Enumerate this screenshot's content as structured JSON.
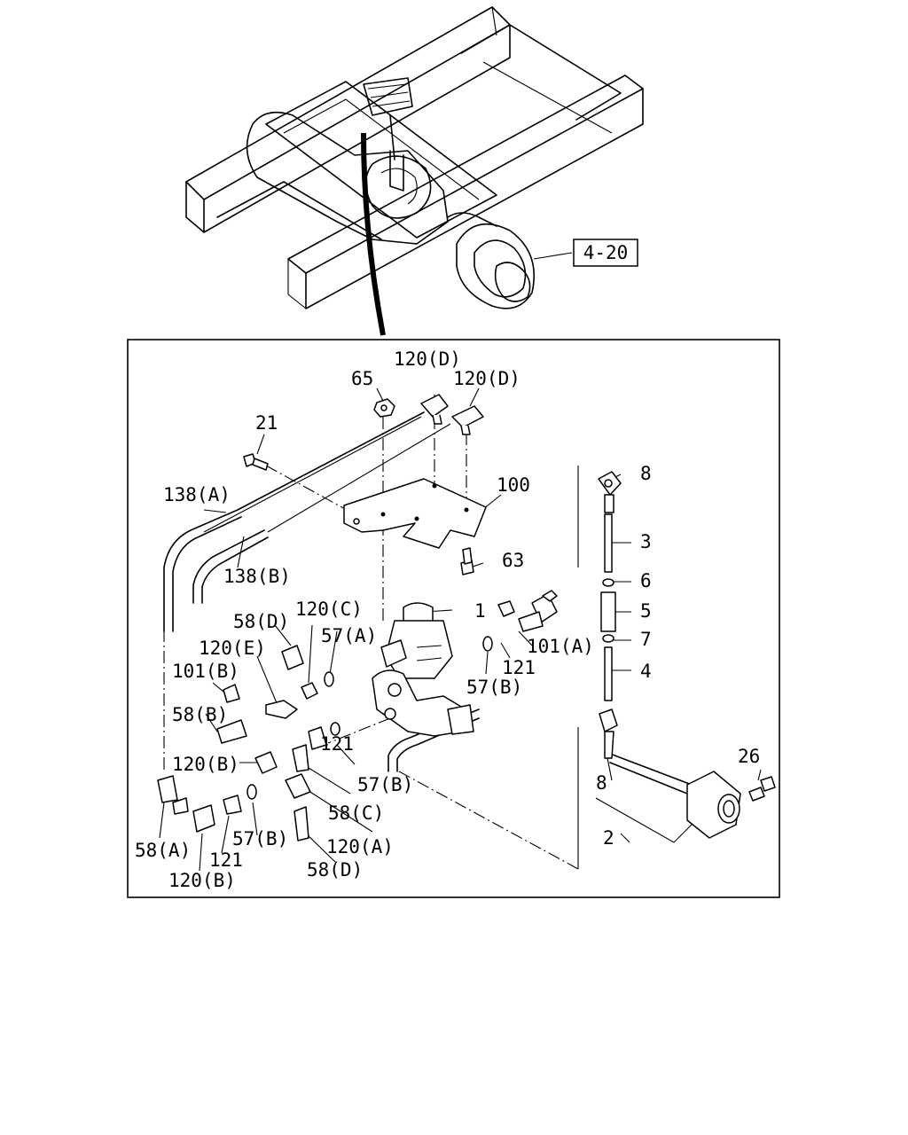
{
  "reference": {
    "label": "4-20"
  },
  "callouts": [
    {
      "id": "c-120d-1",
      "text": "120(D)"
    },
    {
      "id": "c-120d-2",
      "text": "120(D)"
    },
    {
      "id": "c-65",
      "text": "65"
    },
    {
      "id": "c-21",
      "text": "21"
    },
    {
      "id": "c-100",
      "text": "100"
    },
    {
      "id": "c-138a",
      "text": "138(A)"
    },
    {
      "id": "c-138b",
      "text": "138(B)"
    },
    {
      "id": "c-63",
      "text": "63"
    },
    {
      "id": "c-1",
      "text": "1"
    },
    {
      "id": "c-58d-1",
      "text": "58(D)"
    },
    {
      "id": "c-120c",
      "text": "120(C)"
    },
    {
      "id": "c-57a",
      "text": "57(A)"
    },
    {
      "id": "c-120e",
      "text": "120(E)"
    },
    {
      "id": "c-101b",
      "text": "101(B)"
    },
    {
      "id": "c-58b",
      "text": "58(B)"
    },
    {
      "id": "c-101a",
      "text": "101(A)"
    },
    {
      "id": "c-121-1",
      "text": "121"
    },
    {
      "id": "c-57b-1",
      "text": "57(B)"
    },
    {
      "id": "c-121-2",
      "text": "121"
    },
    {
      "id": "c-57b-2",
      "text": "57(B)"
    },
    {
      "id": "c-120b-1",
      "text": "120(B)"
    },
    {
      "id": "c-58c",
      "text": "58(C)"
    },
    {
      "id": "c-120a",
      "text": "120(A)"
    },
    {
      "id": "c-58a",
      "text": "58(A)"
    },
    {
      "id": "c-121-3",
      "text": "121"
    },
    {
      "id": "c-57b-3",
      "text": "57(B)"
    },
    {
      "id": "c-58d-2",
      "text": "58(D)"
    },
    {
      "id": "c-120b-2",
      "text": "120(B)"
    },
    {
      "id": "c-8-1",
      "text": "8"
    },
    {
      "id": "c-3",
      "text": "3"
    },
    {
      "id": "c-6",
      "text": "6"
    },
    {
      "id": "c-5",
      "text": "5"
    },
    {
      "id": "c-7",
      "text": "7"
    },
    {
      "id": "c-4",
      "text": "4"
    },
    {
      "id": "c-8-2",
      "text": "8"
    },
    {
      "id": "c-26",
      "text": "26"
    },
    {
      "id": "c-2",
      "text": "2"
    }
  ]
}
